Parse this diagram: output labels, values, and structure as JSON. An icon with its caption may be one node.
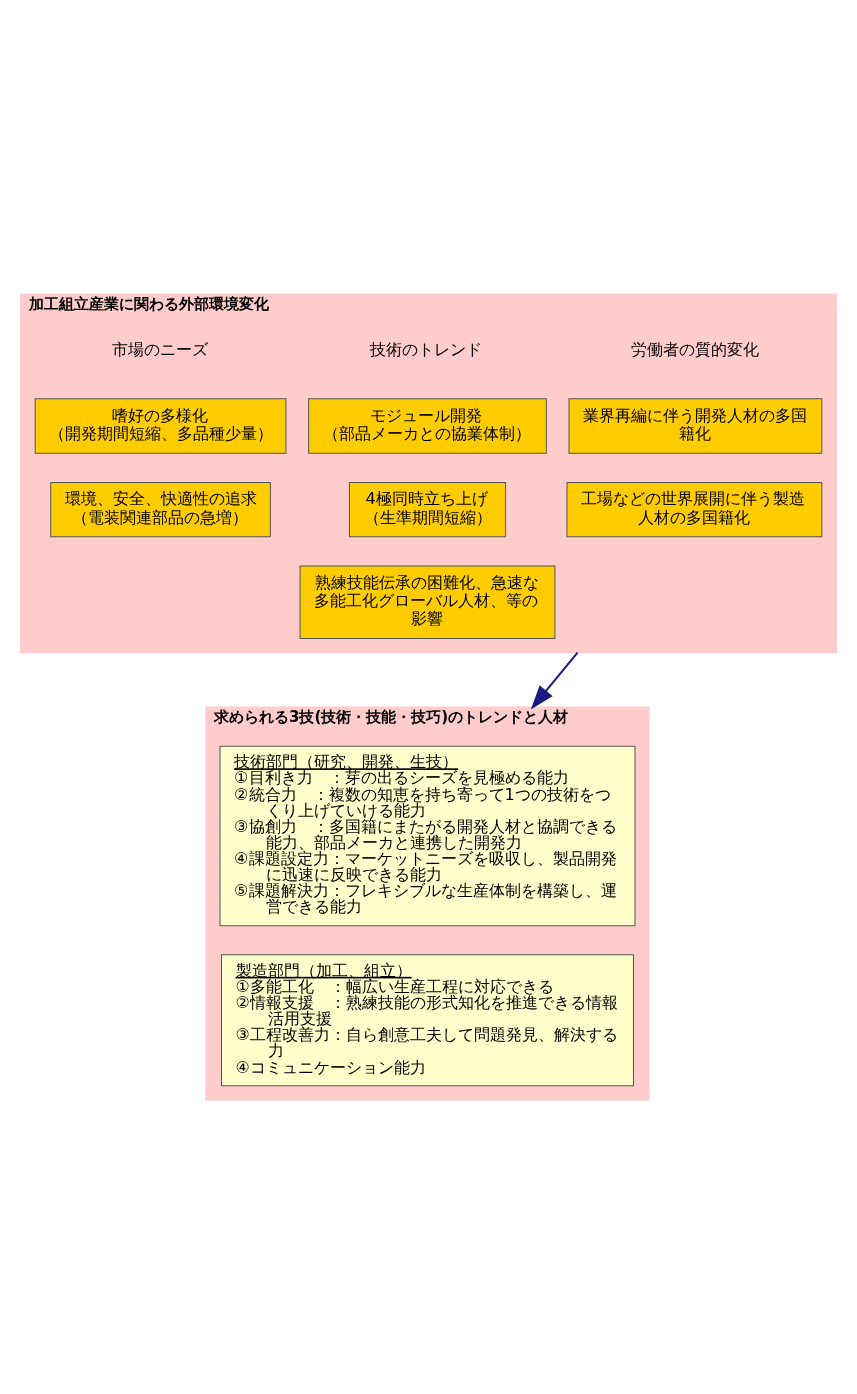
{
  "diagram": {
    "nodes": [
      {
        "text": [
          "加工組立産業に関わる外部環境変化"
        ]
      },
      {
        "text": [
          "嗜好の多様化",
          "（開発期間短縮、多品種少量）"
        ],
        "in": 0
      },
      {
        "text": [
          "環境、安全、快適性の追求",
          "（電装関連部品の急増）"
        ],
        "in": 0
      },
      {
        "text": [
          "モジュール開発",
          "（部品メーカとの協業体制）"
        ],
        "in": 0
      },
      {
        "text": [
          "4極同時立ち上げ",
          "（生準期間短縮）"
        ],
        "in": 0
      },
      {
        "text": [
          "熟練技能伝承の困難化、急速な多能工化グローバル人材、等の影響"
        ],
        "in": 0
      },
      {
        "text": [
          "業界再編に伴う開発人材の多国籍化"
        ],
        "in": 0
      },
      {
        "text": [
          "工場などの世界展開に伴う製造人材の多国籍化"
        ],
        "in": 0
      },
      {
        "text": [
          "求められる3技(技術・技能・技巧)のトレンドと人材"
        ]
      },
      {
        "text": [
          "技術部門（研究、開発、生技）",
          "①目利き力　：芽の出るシーズを見極める能力",
          "②統合力　：複数の知恵を持ち寄って1つの技術をつくり上げていける能力",
          "③協創力　：多国籍にまたがる開発人材と協調できる能力、部品メーカと連携した開発力",
          "④課題設定力：マーケットニーズを吸収し、製品開発に迅速に反映できる能力",
          "⑤課題解決力：フレキシブルな生産体制を構築し、運営できる能力"
        ],
        "in": 8
      },
      {
        "text": [
          "製造部門（加工、組立）",
          "①多能工化　：幅広い生産工程に対応できる",
          "②情報支援　：熟練技能の形式知化を推進できる情報活用支援",
          "③工程改善力：自ら創意工夫して問題発見、解決する力",
          "④コミュニケーション能力"
        ],
        "in": 8
      }
    ],
    "edges": [
      {
        "from": 0,
        "to": 8,
        "arrow": "to"
      }
    ],
    "labels": [
      "市場のニーズ",
      "技術のトレンド",
      "労働者の質的変化"
    ]
  }
}
